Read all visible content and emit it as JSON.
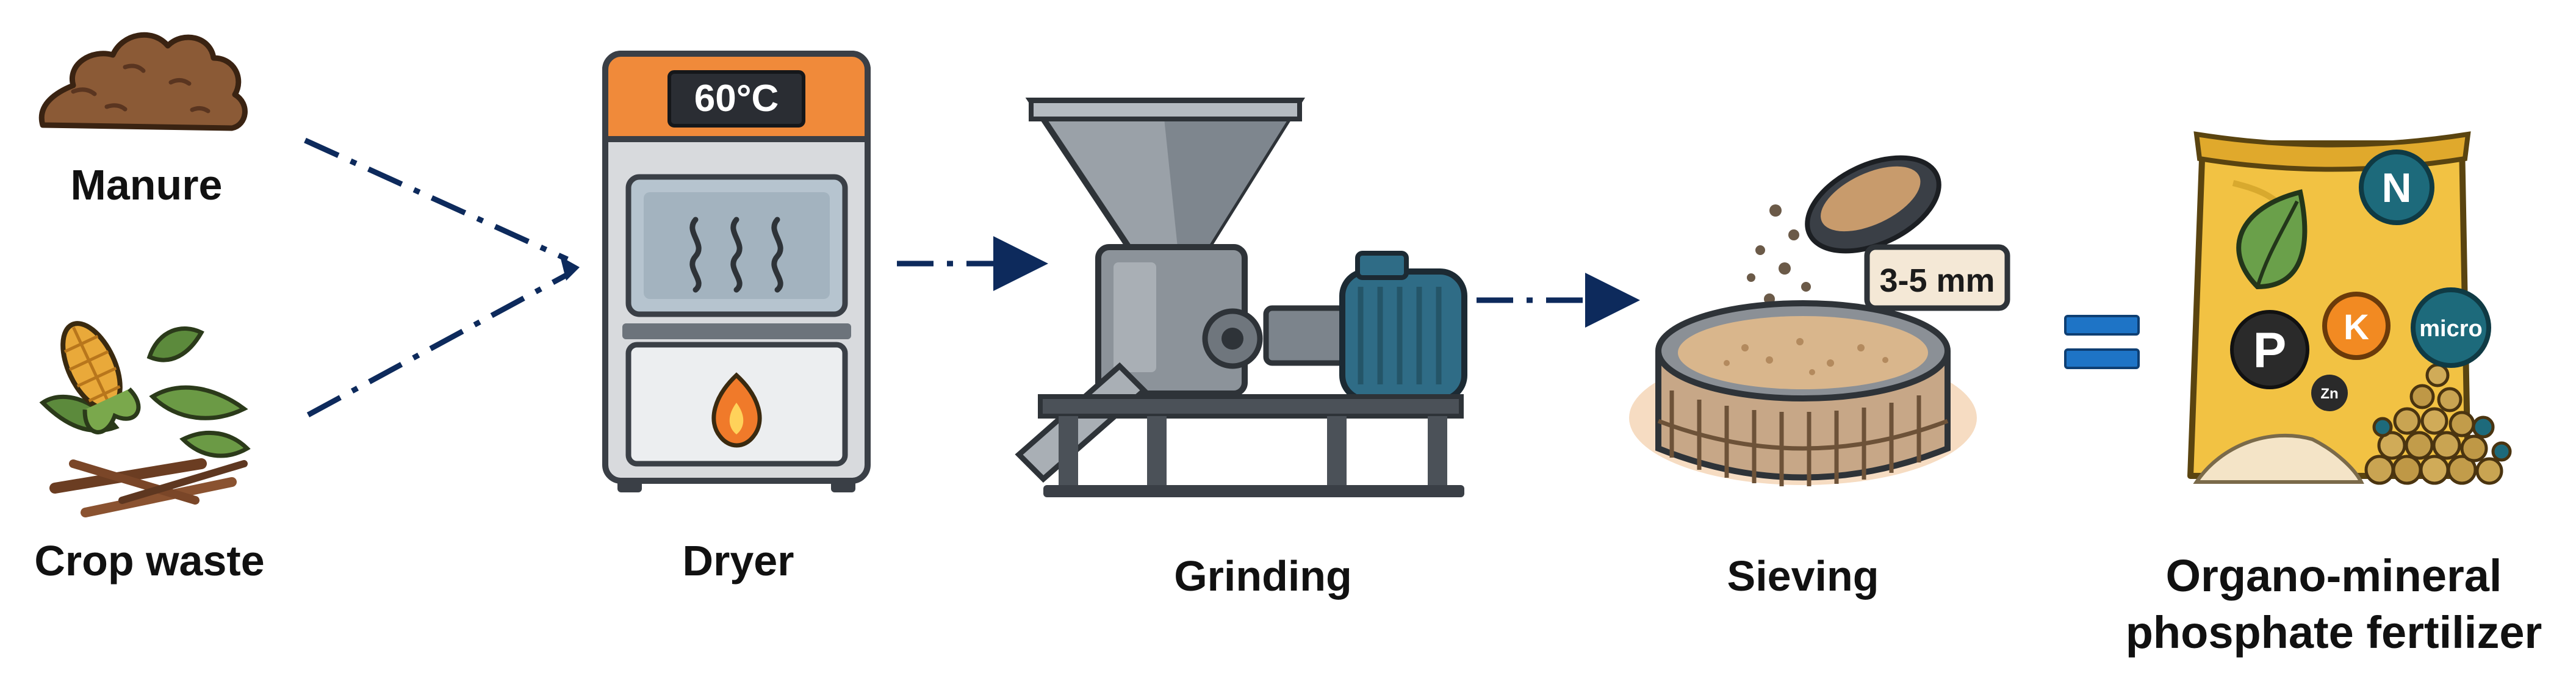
{
  "labels": {
    "manure": "Manure",
    "crop_waste": "Crop waste",
    "dryer": "Dryer",
    "grinding": "Grinding",
    "sieving": "Sieving",
    "fertilizer_line1": "Organo-mineral",
    "fertilizer_line2": "phosphate fertilizer"
  },
  "dryer": {
    "temperature": "60°C"
  },
  "sieve": {
    "size": "3-5 mm"
  },
  "fertilizer_bag": {
    "nutrient_n": "N",
    "nutrient_k": "K",
    "nutrient_p": "P",
    "nutrient_micro": "micro",
    "nutrient_zn": "Zn"
  },
  "colors": {
    "arrow": "#0d2a5c",
    "equals": "#1e74c6",
    "manure": "#8b5a36",
    "dryer_top": "#f08a3a",
    "bag": "#f2c243",
    "nutrient_n": "#1d6a7b",
    "nutrient_k": "#f28a22",
    "nutrient_p": "#2a2a2a",
    "nutrient_micro": "#1d6a7b"
  }
}
